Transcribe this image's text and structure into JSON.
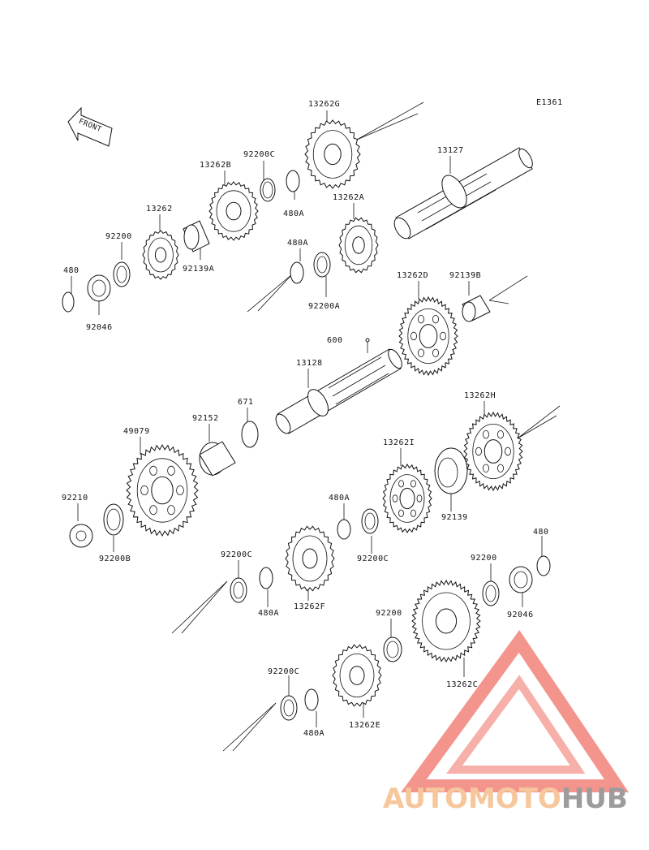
{
  "diagram": {
    "code": "E1361",
    "front_label": "FRONT",
    "parts": [
      {
        "id": "p13262G",
        "label": "13262G"
      },
      {
        "id": "p13127",
        "label": "13127"
      },
      {
        "id": "p92200C_top",
        "label": "92200C"
      },
      {
        "id": "p13262B",
        "label": "13262B"
      },
      {
        "id": "p480A_top",
        "label": "480A"
      },
      {
        "id": "p13262A",
        "label": "13262A"
      },
      {
        "id": "p13262",
        "label": "13262"
      },
      {
        "id": "p92200_left",
        "label": "92200"
      },
      {
        "id": "p92139A",
        "label": "92139A"
      },
      {
        "id": "p480A_mid",
        "label": "480A"
      },
      {
        "id": "p480_left",
        "label": "480"
      },
      {
        "id": "p92046_left",
        "label": "92046"
      },
      {
        "id": "p92200A",
        "label": "92200A"
      },
      {
        "id": "p13262D",
        "label": "13262D"
      },
      {
        "id": "p92139B",
        "label": "92139B"
      },
      {
        "id": "p600",
        "label": "600"
      },
      {
        "id": "p13128",
        "label": "13128"
      },
      {
        "id": "p671",
        "label": "671"
      },
      {
        "id": "p92152",
        "label": "92152"
      },
      {
        "id": "p49079",
        "label": "49079"
      },
      {
        "id": "p13262H",
        "label": "13262H"
      },
      {
        "id": "p13262I",
        "label": "13262I"
      },
      {
        "id": "p92210",
        "label": "92210"
      },
      {
        "id": "p92200B",
        "label": "92200B"
      },
      {
        "id": "p480A_low",
        "label": "480A"
      },
      {
        "id": "p92200C_mid",
        "label": "92200C"
      },
      {
        "id": "p92139",
        "label": "92139"
      },
      {
        "id": "p480_right",
        "label": "480"
      },
      {
        "id": "p92200_right",
        "label": "92200"
      },
      {
        "id": "p92200C_left",
        "label": "92200C"
      },
      {
        "id": "p480A_bl",
        "label": "480A"
      },
      {
        "id": "p13262F",
        "label": "13262F"
      },
      {
        "id": "p92046_right",
        "label": "92046"
      },
      {
        "id": "p92200_low",
        "label": "92200"
      },
      {
        "id": "p13262C",
        "label": "13262C"
      },
      {
        "id": "p92200C_bottom",
        "label": "92200C"
      },
      {
        "id": "p480A_bottom",
        "label": "480A"
      },
      {
        "id": "p13262E",
        "label": "13262E"
      }
    ]
  },
  "watermark": {
    "part_a": "AUTOMOTO",
    "part_b": "HUB",
    "color_a": "#f6c79c",
    "color_b": "#9c9c9c",
    "logo_color": "#f07b70"
  }
}
